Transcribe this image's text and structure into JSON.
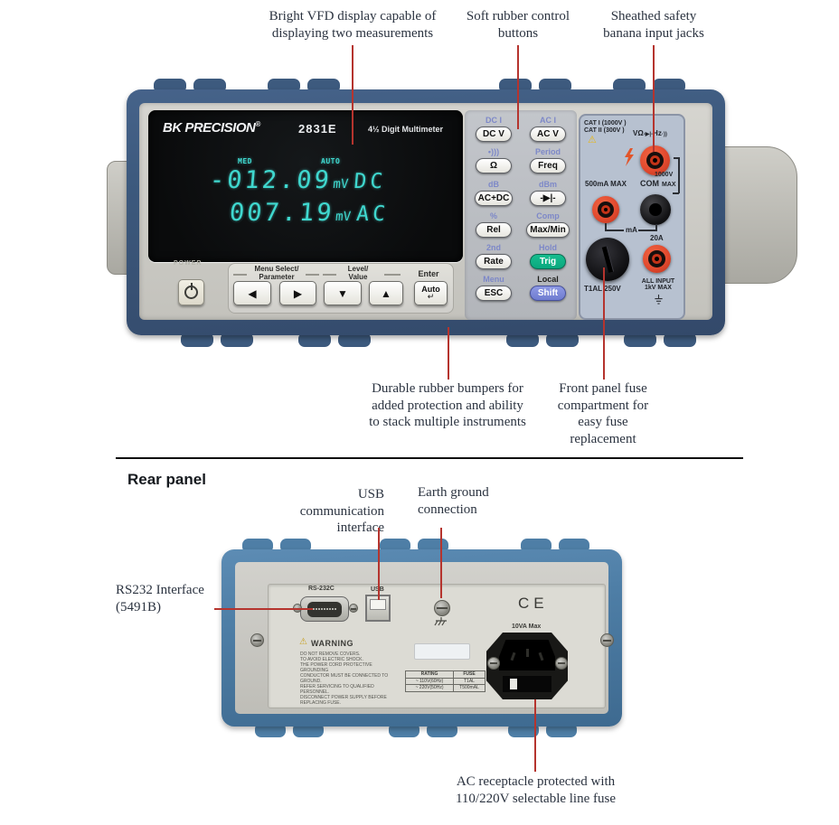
{
  "colors": {
    "leader": "#b5342e",
    "frame_front": "#3d5a7e",
    "frame_rear": "#4e7ea6",
    "display_text": "#3fd8cf",
    "trig_green": "#0aa87e",
    "shift_blue": "#6f7cd0",
    "jack_red": "#e2492e"
  },
  "front": {
    "callouts": {
      "vfd": "Bright VFD display capable of\ndisplaying two measurements",
      "buttons": "Soft rubber control\nbuttons",
      "jacks": "Sheathed safety\nbanana input jacks",
      "bumpers": "Durable rubber bumpers for\nadded protection and ability\nto stack multiple instruments",
      "fuse": "Front panel fuse\ncompartment for\neasy fuse\nreplacement"
    },
    "brand": "BK PRECISION",
    "reg": "®",
    "model": "2831E",
    "model_desc": "4½ Digit Multimeter",
    "display": {
      "med": "MED",
      "auto": "AUTO",
      "line1": {
        "value": "-012.09",
        "unit": "mV",
        "mode": "DC"
      },
      "line2": {
        "value": "007.19",
        "unit": "mV",
        "mode": "AC"
      }
    },
    "power_label": "POWER",
    "nav": {
      "menu_select": "Menu Select/\nParameter",
      "level_value": "Level/\nValue",
      "enter": "Enter",
      "auto": "Auto",
      "enter_arrow": "↵",
      "keys": [
        "◀",
        "▶",
        "▼",
        "▲"
      ]
    },
    "keys": [
      {
        "shift": "DC I",
        "label": "DC V"
      },
      {
        "shift": "AC I",
        "label": "AC V"
      },
      {
        "shift": "•)))",
        "label": "Ω"
      },
      {
        "shift": "Period",
        "label": "Freq"
      },
      {
        "shift": "dB",
        "label": "AC+DC"
      },
      {
        "shift": "dBm",
        "label": "-▶|-"
      },
      {
        "shift": "%",
        "label": "Rel"
      },
      {
        "shift": "Comp",
        "label": "Max/Min"
      },
      {
        "shift": "2nd",
        "label": "Rate"
      },
      {
        "shift": "Hold",
        "label": "Trig"
      },
      {
        "shift": "Menu",
        "label": "ESC"
      },
      {
        "shift": "Local",
        "label": "Shift"
      }
    ],
    "jack_panel": {
      "cat1": "CAT I  (1000V )",
      "cat2": "CAT II (300V )",
      "warning_icon": "⚠",
      "vohm": "VΩ",
      "diode_icon": "-▶|-",
      "hz": "Hz",
      "sound_icon": "·))",
      "v1000": "1000V",
      "v1000_max": "MAX",
      "ma500": "500mA MAX",
      "com": "COM",
      "com_max": "MAX",
      "ma": "mA",
      "a20": "20A",
      "fuse_label": "T1AL  250V",
      "all_input": "ALL INPUT\n1kV MAX"
    }
  },
  "rear": {
    "heading": "Rear panel",
    "callouts": {
      "usb": "USB communication\ninterface",
      "earth": "Earth ground\nconnection",
      "rs232": "RS232 Interface\n(5491B)",
      "ac": "AC receptacle protected with\n110/220V selectable line fuse"
    },
    "rs232c_label": "RS-232C",
    "usb_label": "USB",
    "ce_mark": "CE",
    "va_max": "10VA  Max",
    "warning_icon": "⚠",
    "warning_title": "WARNING",
    "warning_text": "DO NOT REMOVE COVERS.\nTO AVOID ELECTRIC SHOCK.\nTHE POWER CORD PROTECTIVE GROUNDING\nCONDUCTOR MUST BE CONNECTED TO GROUND.\nREFER SERVICING TO QUALIFIED PERSONNEL.\nDISCONNECT POWER SUPPLY BEFORE\nREPLACING FUSE.",
    "table": {
      "h1": "RATING",
      "h2": "FUSE",
      "r1c1": "~ 110V(60Hz)",
      "r1c2": "T1AL",
      "r2c1": "~ 220V(50Hz)",
      "r2c2": "T500mAL"
    }
  }
}
